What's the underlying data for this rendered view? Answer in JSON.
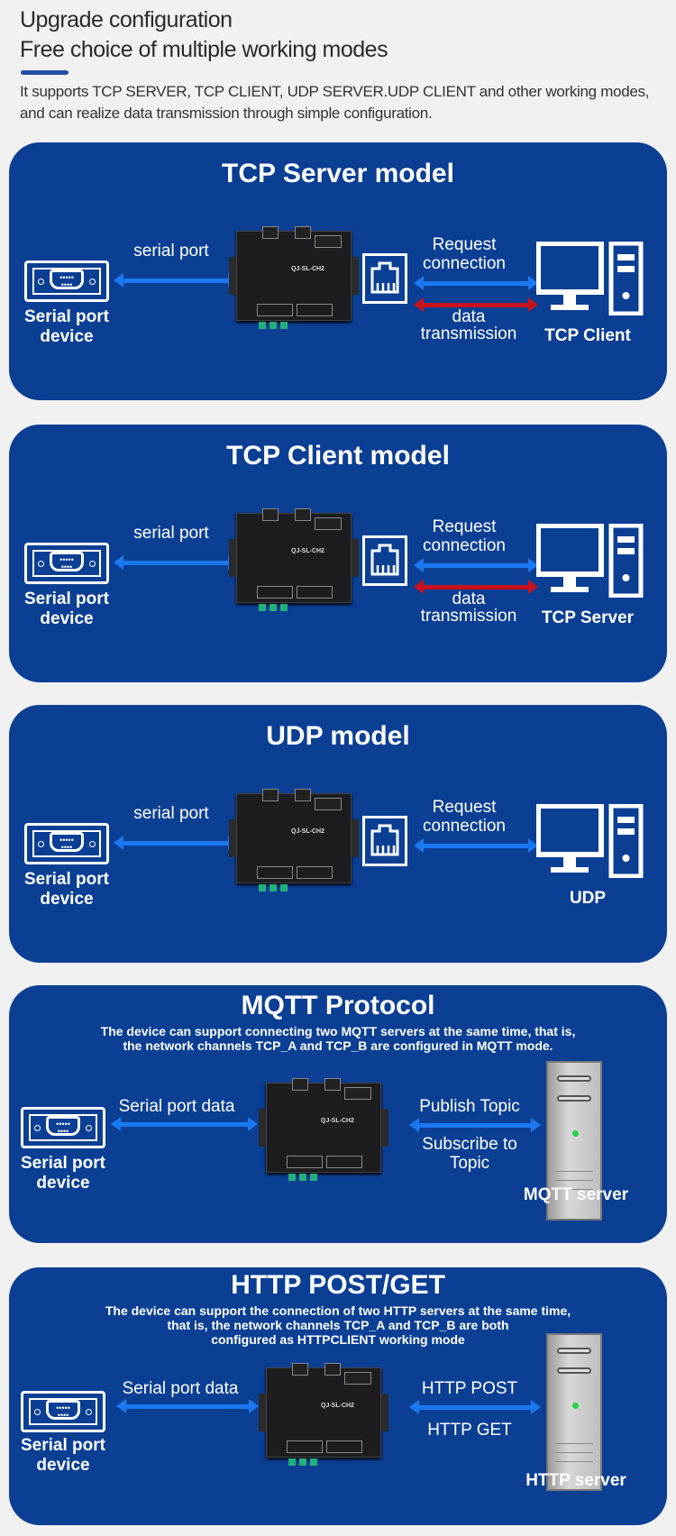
{
  "header": {
    "title": "Upgrade configuration",
    "subtitle": "Free choice of multiple working modes",
    "intro": "It supports TCP SERVER, TCP CLIENT, UDP SERVER.UDP CLIENT and other working modes, and can realize data transmission through simple configuration.",
    "accent_color": "#1f4fa6"
  },
  "colors": {
    "panel": "#0b3f94",
    "arrow_blue": "#1a78f0",
    "arrow_red": "#c8121c"
  },
  "device_model": "QJ-SL-CH2",
  "panels": [
    {
      "title": "TCP Server model",
      "left_label": "Serial port device",
      "link_label": "serial port",
      "req": "Request connection",
      "data": "data transmission",
      "right_label": "TCP Client"
    },
    {
      "title": "TCP Client model",
      "left_label": "Serial port device",
      "link_label": "serial port",
      "req": "Request connection",
      "data": "data transmission",
      "right_label": "TCP Server"
    },
    {
      "title": "UDP model",
      "left_label": "Serial port device",
      "link_label": "serial port",
      "req": "Request connection",
      "right_label": "UDP"
    },
    {
      "title": "MQTT Protocol",
      "desc": [
        "The device can support connecting two MQTT servers at the same time, that is,",
        "the network channels TCP_A and TCP_B are configured in MQTT mode."
      ],
      "left_label": "Serial port device",
      "link_label": "Serial port data",
      "top": "Publish Topic",
      "bottom": "Subscribe to Topic",
      "right_label": "MQTT server"
    },
    {
      "title": "HTTP POST/GET",
      "desc": [
        "The device can support the connection of two HTTP servers at the same time,",
        "that is, the network channels TCP_A and TCP_B are both",
        "configured as HTTPCLIENT working mode"
      ],
      "left_label": "Serial port device",
      "link_label": "Serial port data",
      "top": "HTTP POST",
      "bottom": "HTTP GET",
      "right_label": "HTTP server"
    }
  ]
}
